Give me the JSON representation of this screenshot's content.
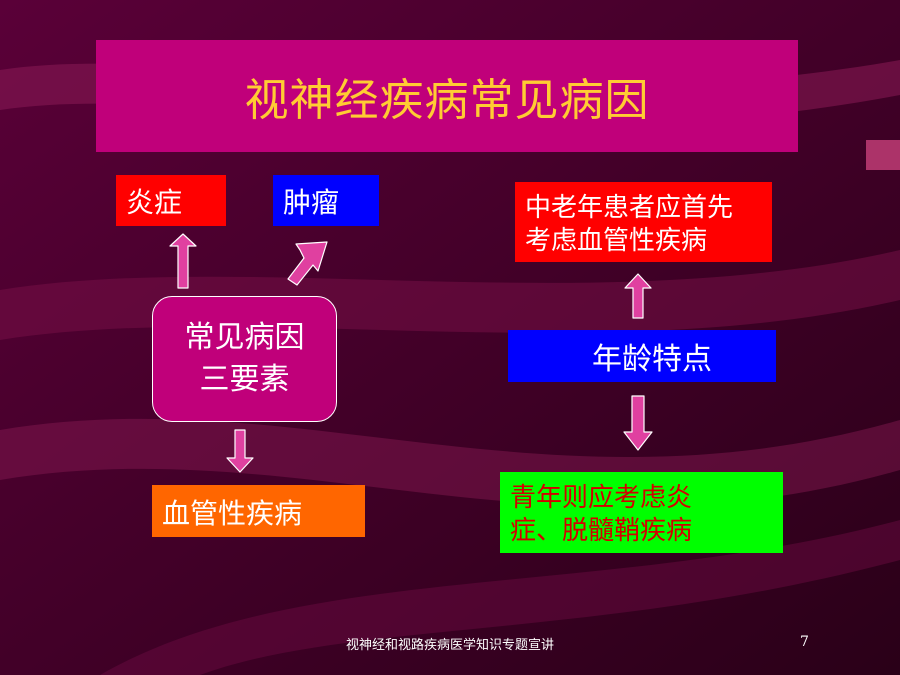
{
  "slide": {
    "title": "视神经疾病常见病因",
    "footer": "视神经和视路疾病医学知识专题宣讲",
    "page_number": "7"
  },
  "diagram": {
    "center": {
      "line1": "常见病因",
      "line2": "三要素"
    },
    "causes": [
      {
        "label": "炎症",
        "color": "#ff0000"
      },
      {
        "label": "肿瘤",
        "color": "#0000ff"
      },
      {
        "label": "血管性疾病",
        "color": "#ff6600"
      }
    ],
    "age": {
      "label": "年龄特点",
      "color": "#0000ff",
      "middle_aged": {
        "line1": "中老年患者应首先",
        "line2": "考虑血管性疾病",
        "color": "#ff0000"
      },
      "young": {
        "line1": "青年则应考虑炎",
        "line2": "症、脱髓鞘疾病",
        "color": "#00ff00",
        "text_color": "#d40000"
      }
    }
  },
  "colors": {
    "background": "#4a0030",
    "banner": "#c0007a",
    "title_text": "#ffcc33",
    "arrow_fill": "#e040a0"
  }
}
